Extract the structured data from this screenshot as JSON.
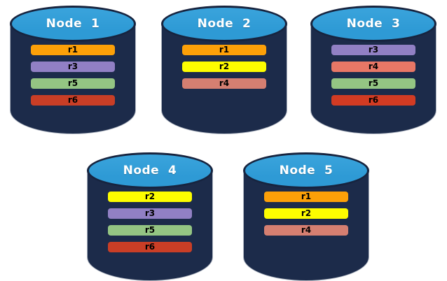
{
  "colors": {
    "background": "#FFFFFF",
    "cylinder_body": "#1C2B4A",
    "cylinder_top": "#2E9AD5",
    "cylinder_outline": "#17243F",
    "node_title_text": "#FFFFFF",
    "replica_label_text": "#000000"
  },
  "nodes": [
    {
      "title": "Node  1",
      "replicas": [
        {
          "label": "r1",
          "color": "#FCA008"
        },
        {
          "label": "r3",
          "color": "#9180C4"
        },
        {
          "label": "r5",
          "color": "#94C583"
        },
        {
          "label": "r6",
          "color": "#C93E26"
        }
      ]
    },
    {
      "title": "Node  2",
      "replicas": [
        {
          "label": "r1",
          "color": "#FCA008"
        },
        {
          "label": "r2",
          "color": "#FDFD00"
        },
        {
          "label": "r4",
          "color": "#D57F71"
        }
      ]
    },
    {
      "title": "Node  3",
      "replicas": [
        {
          "label": "r3",
          "color": "#9180C4"
        },
        {
          "label": "r4",
          "color": "#E87766"
        },
        {
          "label": "r5",
          "color": "#94C583"
        },
        {
          "label": "r6",
          "color": "#D23B23"
        }
      ]
    },
    {
      "title": "Node  4",
      "replicas": [
        {
          "label": "r2",
          "color": "#FDFD00"
        },
        {
          "label": "r3",
          "color": "#9180C4"
        },
        {
          "label": "r5",
          "color": "#94C583"
        },
        {
          "label": "r6",
          "color": "#C93E26"
        }
      ]
    },
    {
      "title": "Node  5",
      "replicas": [
        {
          "label": "r1",
          "color": "#FCA008"
        },
        {
          "label": "r2",
          "color": "#FDFD00"
        },
        {
          "label": "r4",
          "color": "#D57F71"
        }
      ]
    }
  ]
}
